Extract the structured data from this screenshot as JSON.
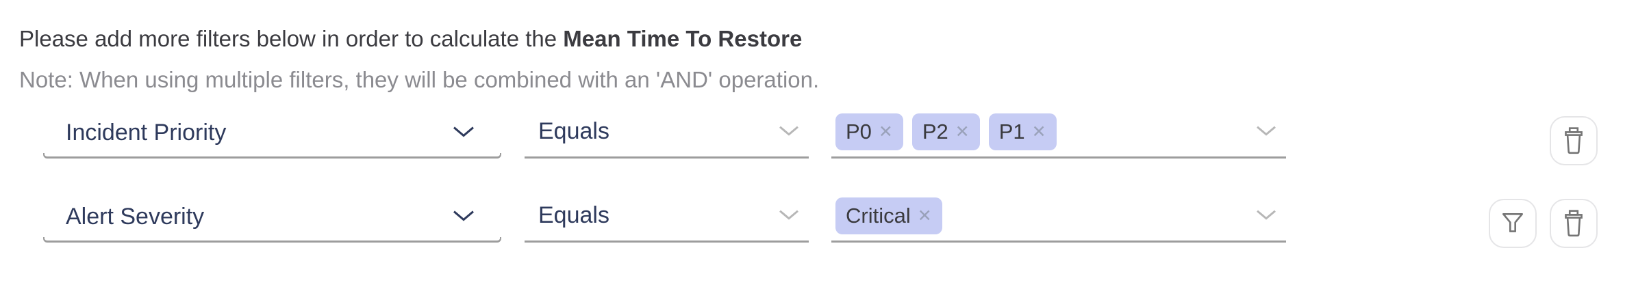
{
  "header": {
    "intro_text": "Please add more filters below in order to calculate the ",
    "metric_name": "Mean Time To Restore",
    "note": "Note: When using multiple filters, they will be combined with an 'AND' operation."
  },
  "rows": [
    {
      "field": "Incident Priority",
      "operator": "Equals",
      "values": [
        "P0",
        "P2",
        "P1"
      ]
    },
    {
      "field": "Alert Severity",
      "operator": "Equals",
      "values": [
        "Critical"
      ]
    }
  ],
  "icons": {
    "remove_glyph": "✕"
  },
  "colors": {
    "title_text": "#3b3b40",
    "note_text": "#8b8b90",
    "field_text": "#2e3a5c",
    "underline": "#9d9d9d",
    "tag_bg": "#c6ccf4",
    "tag_text": "#3a3a3e",
    "tag_remove": "#9aa2ba",
    "chevron_dark": "#2e3a5c",
    "chevron_muted": "#b7b7b7",
    "button_border": "#e5e5e7",
    "icon": "#757575"
  }
}
